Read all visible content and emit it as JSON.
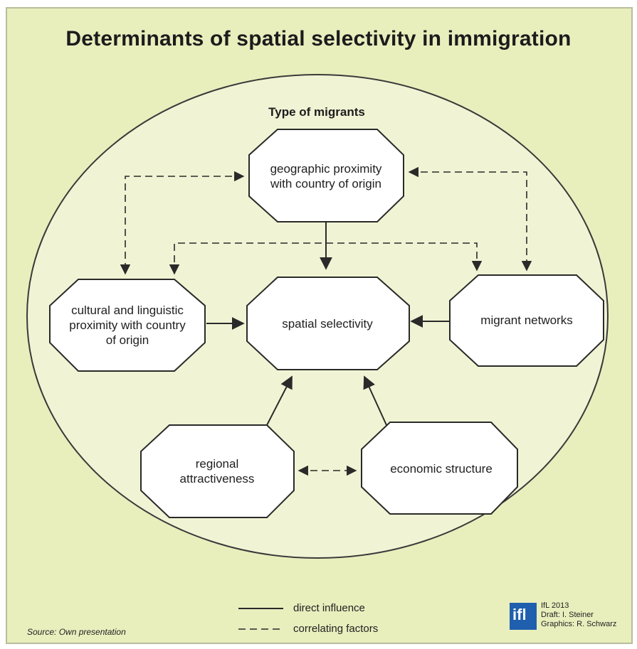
{
  "title": "Determinants of spatial selectivity in immigration",
  "subtitle": "Type of migrants",
  "nodes": {
    "geographic": "geographic proximity with country of origin",
    "cultural": "cultural and linguistic proximity with country of origin",
    "spatial": "spatial selectivity",
    "networks": "migrant networks",
    "regional": "regional attractiveness",
    "economic": "economic structure"
  },
  "legend": {
    "direct": "direct influence",
    "correlating": "correlating factors"
  },
  "source": "Source: Own presentation",
  "credit": {
    "logo": "ifl",
    "year": "IfL 2013",
    "draft": "Draft: I. Steiner",
    "graphics": "Graphics: R. Schwarz"
  },
  "colors": {
    "background": "#e9eebd",
    "node_fill": "#ffffff",
    "stroke": "#2a2a2a",
    "logo": "#1f5fae"
  }
}
